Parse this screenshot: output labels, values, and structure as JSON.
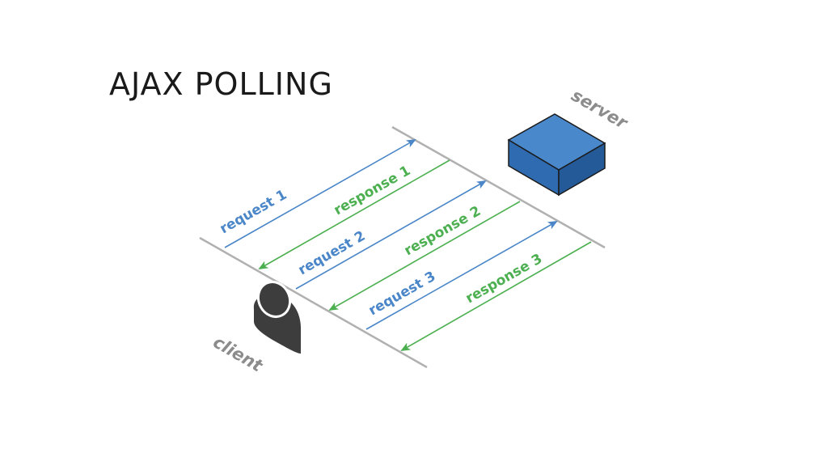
{
  "title": "AJAX POLLING",
  "actors": {
    "server": "server",
    "client": "client"
  },
  "messages": [
    {
      "label": "request 1",
      "kind": "request"
    },
    {
      "label": "response 1",
      "kind": "response"
    },
    {
      "label": "request 2",
      "kind": "request"
    },
    {
      "label": "response 2",
      "kind": "response"
    },
    {
      "label": "request 3",
      "kind": "request"
    },
    {
      "label": "response 3",
      "kind": "response"
    }
  ],
  "colors": {
    "request": "#4a86c8",
    "response": "#4caf50",
    "lifeline": "#b0b0b0",
    "server_box": "#2e6bb0",
    "client_icon": "#3d3d3d"
  },
  "icons": {
    "server": "server-cube-icon",
    "client": "user-silhouette-icon"
  }
}
